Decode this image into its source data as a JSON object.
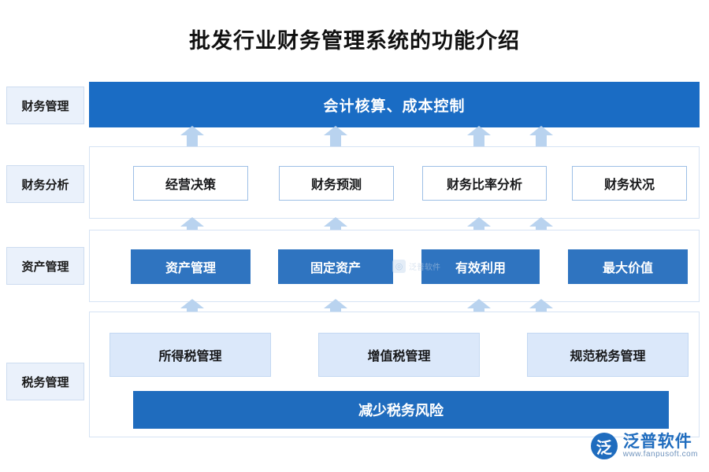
{
  "title": "批发行业财务管理系统的功能介绍",
  "row_labels": [
    {
      "label": "财务管理"
    },
    {
      "label": "财务分析"
    },
    {
      "label": "资产管理"
    },
    {
      "label": "税务管理"
    }
  ],
  "bands": {
    "finance": {
      "title": "会计核算、成本控制"
    },
    "analysis": {
      "boxes": [
        "经营决策",
        "财务预测",
        "财务比率分析",
        "财务状况"
      ]
    },
    "asset": {
      "boxes": [
        "资产管理",
        "固定资产",
        "有效利用",
        "最大价值"
      ]
    },
    "tax": {
      "boxes": [
        "所得税管理",
        "增值税管理",
        "规范税务管理"
      ],
      "footer": "减少税务风险"
    }
  },
  "watermark": {
    "icon": "camera-icon",
    "text": "泛普软件"
  },
  "logo": {
    "mark": "泛",
    "name": "泛普软件",
    "url": "www.fanpusoft.com"
  },
  "colors": {
    "primary": "#1f6cbe",
    "solid_box": "#2f74c0",
    "light_box": "#dbe8fa",
    "row_label_bg": "#eaf1fb",
    "arrow": "#b9d3ef"
  }
}
